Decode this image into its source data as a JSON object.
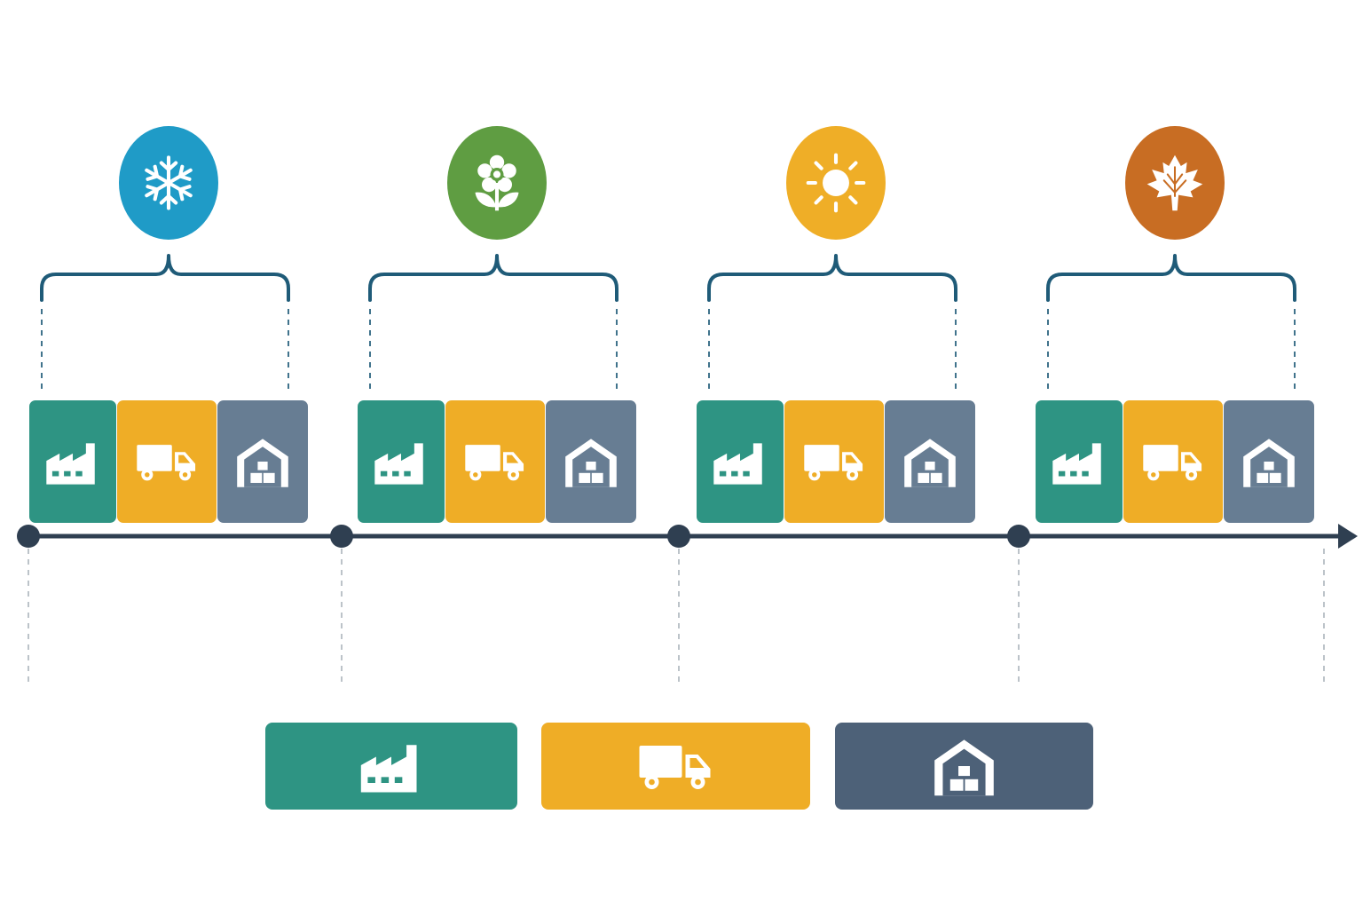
{
  "diagram": {
    "type": "seasonal-supply-chain-timeline",
    "colors": {
      "production": "#2e9483",
      "transport": "#efad26",
      "storage": "#677d93",
      "storage_legend": "#4d6178",
      "timeline": "#2f3f51",
      "brace": "#1f5b78",
      "guide": "#bcc3c9"
    },
    "seasons": [
      {
        "name": "winter",
        "icon": "snowflake-icon",
        "color": "#1f9bc7"
      },
      {
        "name": "spring",
        "icon": "flower-icon",
        "color": "#5f9d42"
      },
      {
        "name": "summer",
        "icon": "sun-icon",
        "color": "#efae27"
      },
      {
        "name": "autumn",
        "icon": "maple-leaf-icon",
        "color": "#c86d23"
      }
    ],
    "stages": [
      {
        "name": "production",
        "icon": "factory-icon"
      },
      {
        "name": "transport",
        "icon": "truck-icon"
      },
      {
        "name": "storage",
        "icon": "warehouse-icon"
      }
    ],
    "timeline_points": 4,
    "legend": [
      {
        "stage": "production",
        "icon": "factory-icon"
      },
      {
        "stage": "transport",
        "icon": "truck-icon"
      },
      {
        "stage": "storage",
        "icon": "warehouse-icon"
      }
    ]
  }
}
